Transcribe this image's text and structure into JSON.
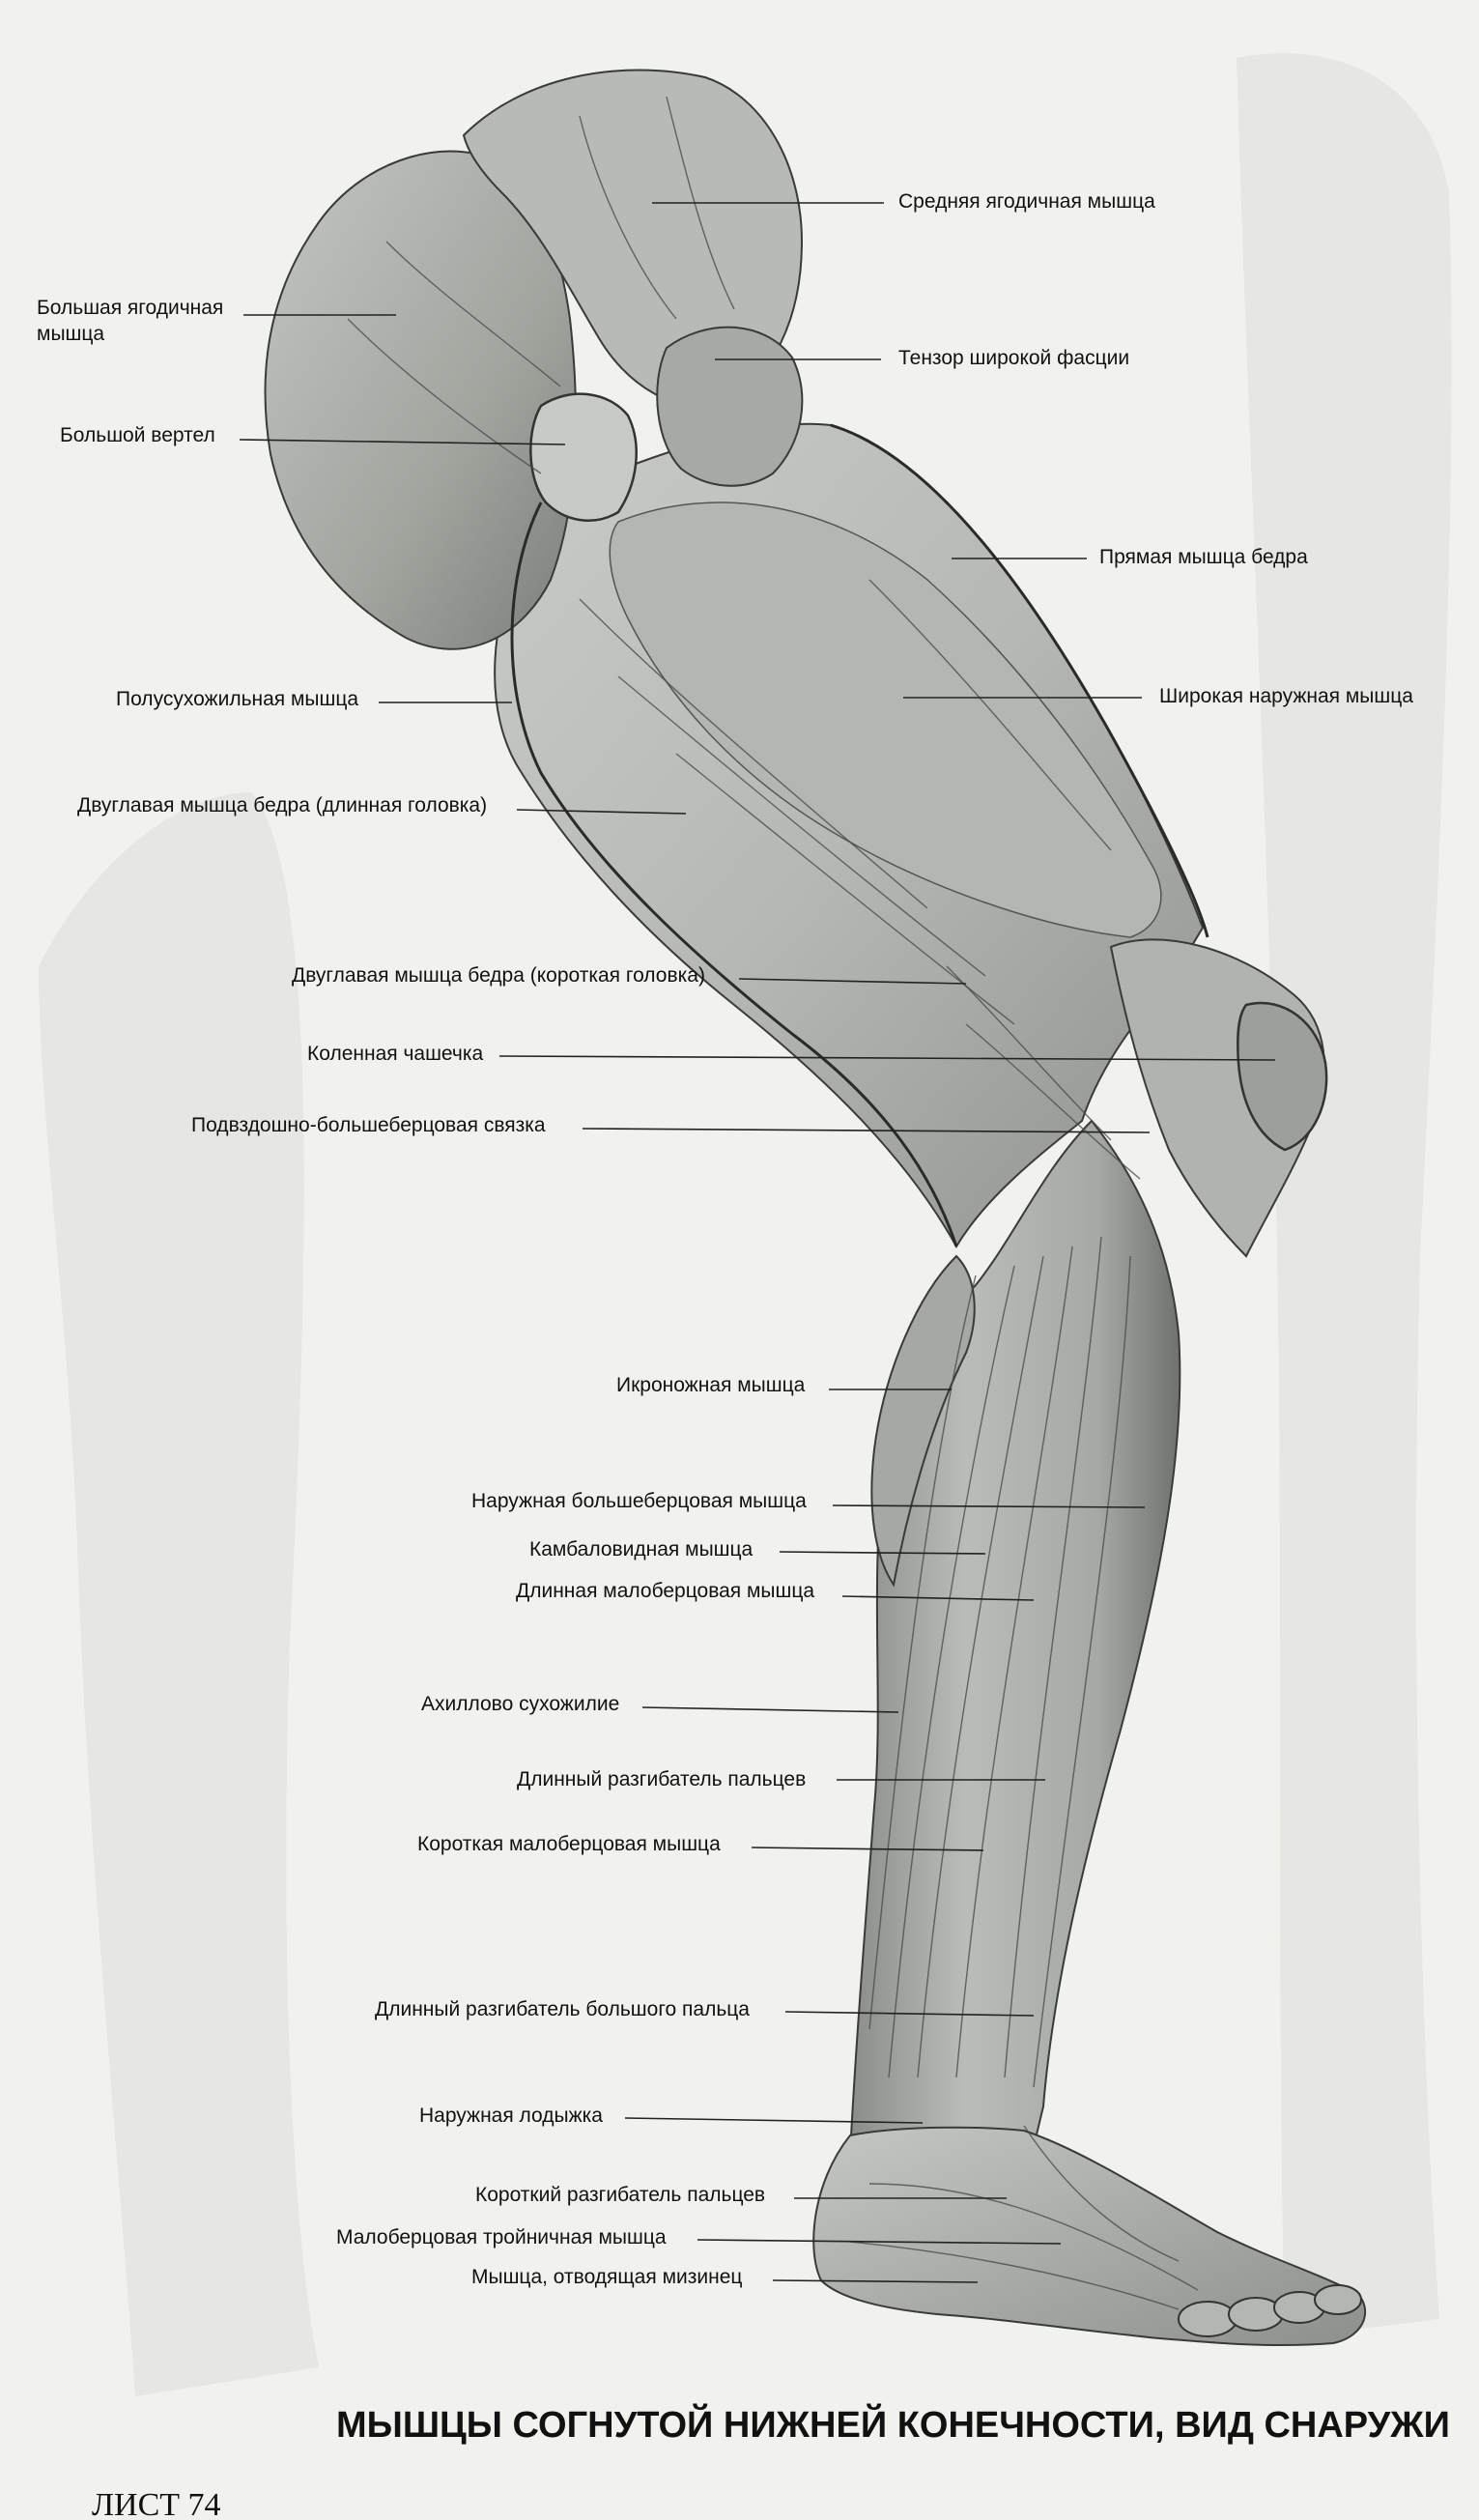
{
  "labels": {
    "gluteus_medius": "Средняя ягодичная мышца",
    "gluteus_maximus_1": "Большая ягодичная",
    "gluteus_maximus_2": "мышца",
    "tensor_fasciae": "Тензор широкой фасции",
    "greater_trochanter": "Большой вертел",
    "rectus_femoris": "Прямая мышца бедра",
    "semitendinosus": "Полусухожильная мышца",
    "vastus_lateralis": "Широкая наружная мышца",
    "biceps_long": "Двуглавая мышца бедра (длинная головка)",
    "biceps_short": "Двуглавая мышца бедра (короткая головка)",
    "patella": "Коленная чашечка",
    "iliotibial": "Подвздошно-большеберцовая связка",
    "gastrocnemius": "Икроножная мышца",
    "tibialis_anterior": "Наружная большеберцовая мышца",
    "soleus": "Камбаловидная мышца",
    "peroneus_longus": "Длинная малоберцовая мышца",
    "achilles": "Ахиллово сухожилие",
    "ext_digitorum_longus": "Длинный разгибатель пальцев",
    "peroneus_brevis": "Короткая малоберцовая мышца",
    "ext_hallucis_longus": "Длинный разгибатель большого пальца",
    "lateral_malleolus": "Наружная лодыжка",
    "ext_digitorum_brevis": "Короткий разгибатель пальцев",
    "peroneus_tertius": "Малоберцовая тройничная мышца",
    "abductor_digiti_minimi": "Мышца, отводящая мизинец"
  },
  "title": "МЫШЦЫ СОГНУТОЙ НИЖНЕЙ КОНЕЧНОСТИ, ВИД СНАРУЖИ",
  "sheet": "ЛИСТ 74",
  "colors": {
    "paper": "#f1f2ee",
    "muscle_light": "#b9bcb7",
    "muscle_mid": "#9a9d98",
    "muscle_dark": "#6c6f6b",
    "ink": "#111111"
  }
}
